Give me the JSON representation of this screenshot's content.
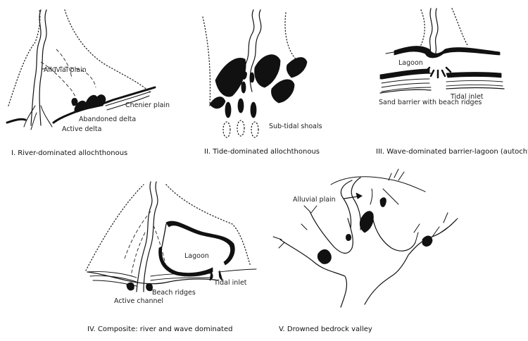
{
  "panels": [
    {
      "caption": "I. River-dominated allochthonous",
      "labels": {
        "alluvial_plain": "Alluvial plain",
        "abandoned_delta": "Abandoned delta",
        "chenier_plain": "Chenier plain",
        "active_delta": "Active delta"
      }
    },
    {
      "caption": "II. Tide-dominated allochthonous",
      "labels": {
        "subtidal_shoals": "Sub-tidal shoals"
      }
    },
    {
      "caption": "III. Wave-dominated barrier-lagoon (autochthonous)",
      "labels": {
        "lagoon": "Lagoon",
        "sand_barrier": "Sand barrier with beach ridges",
        "tidal_inlet": "Tidal inlet"
      }
    },
    {
      "caption": "IV. Composite: river and wave dominated",
      "labels": {
        "lagoon": "Lagoon",
        "tidal_inlet": "Tidal inlet",
        "beach_ridges": "Beach ridges",
        "active_channel": "Active channel"
      }
    },
    {
      "caption": "V. Drowned bedrock valley",
      "labels": {
        "alluvial_plain": "Alluvial plain"
      }
    }
  ]
}
